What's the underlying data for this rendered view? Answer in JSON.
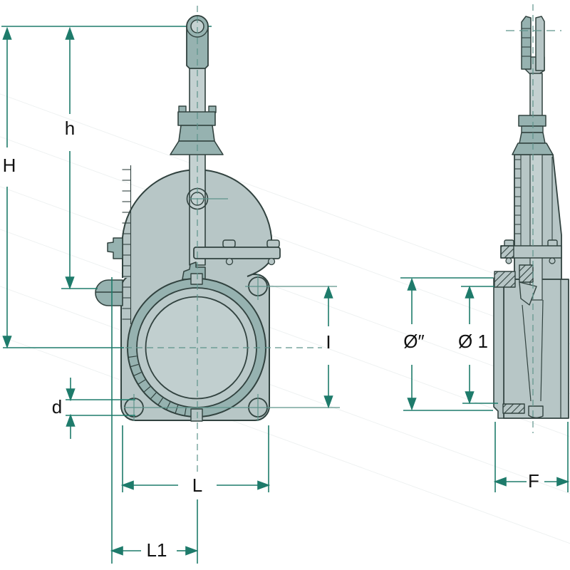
{
  "drawing": {
    "title": "gate-valve-dimension-drawing",
    "dimensions": {
      "H": "H",
      "h": "h",
      "d": "d",
      "L": "L",
      "L1": "L1",
      "I": "I",
      "dia_inch": "Ø″",
      "dia_1": "Ø 1",
      "F": "F"
    },
    "colors": {
      "background": "#ffffff",
      "body_fill": "#b7c6c6",
      "accent_fill": "#96b2b0",
      "rod_fill": "#c4d1d1",
      "outline": "#31423f",
      "dimension_line": "#1e7b6b",
      "centerline": "#5e948b",
      "label": "#111111"
    }
  }
}
